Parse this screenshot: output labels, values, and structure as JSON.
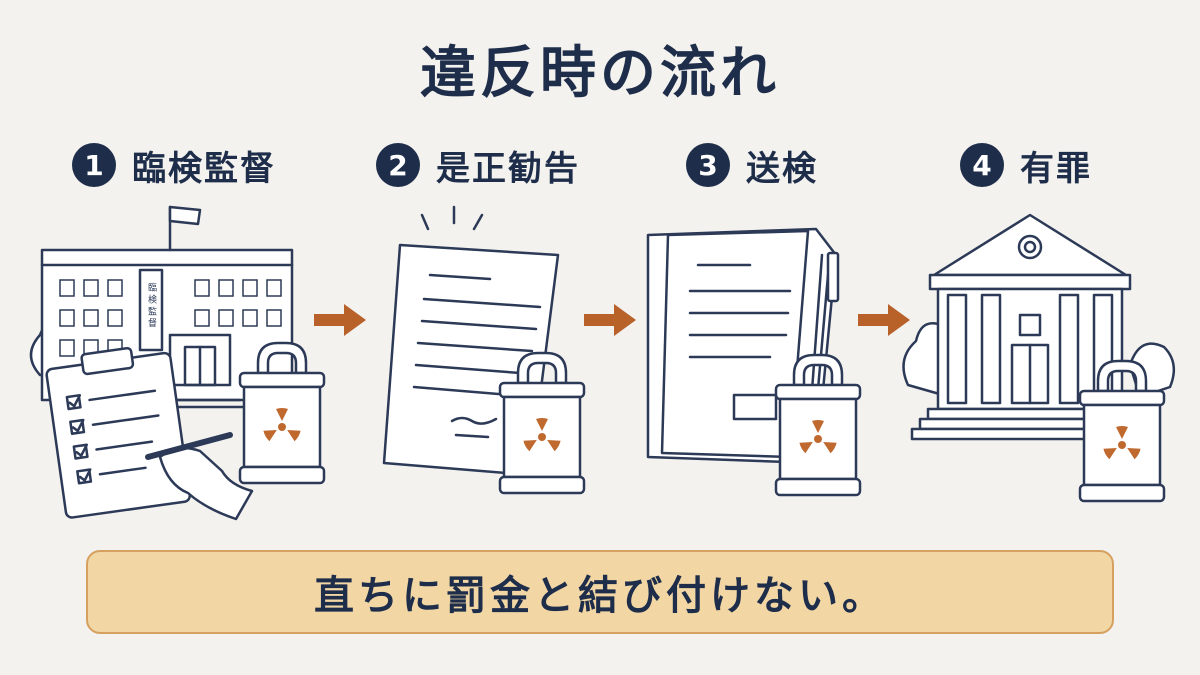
{
  "title": "違反時の流れ",
  "steps": [
    {
      "number": "1",
      "label": "臨検監督",
      "sign_text": "臨 検 監 督"
    },
    {
      "number": "2",
      "label": "是正勧告"
    },
    {
      "number": "3",
      "label": "送検"
    },
    {
      "number": "4",
      "label": "有罪"
    }
  ],
  "banner": {
    "text": "直ちに罰金と結び付けない。"
  },
  "colors": {
    "navy": "#1e2d4a",
    "arrow": "#b8622a",
    "hazard": "#c0692f",
    "banner_bg": "#f2d7a5",
    "banner_border": "#d6a061"
  }
}
